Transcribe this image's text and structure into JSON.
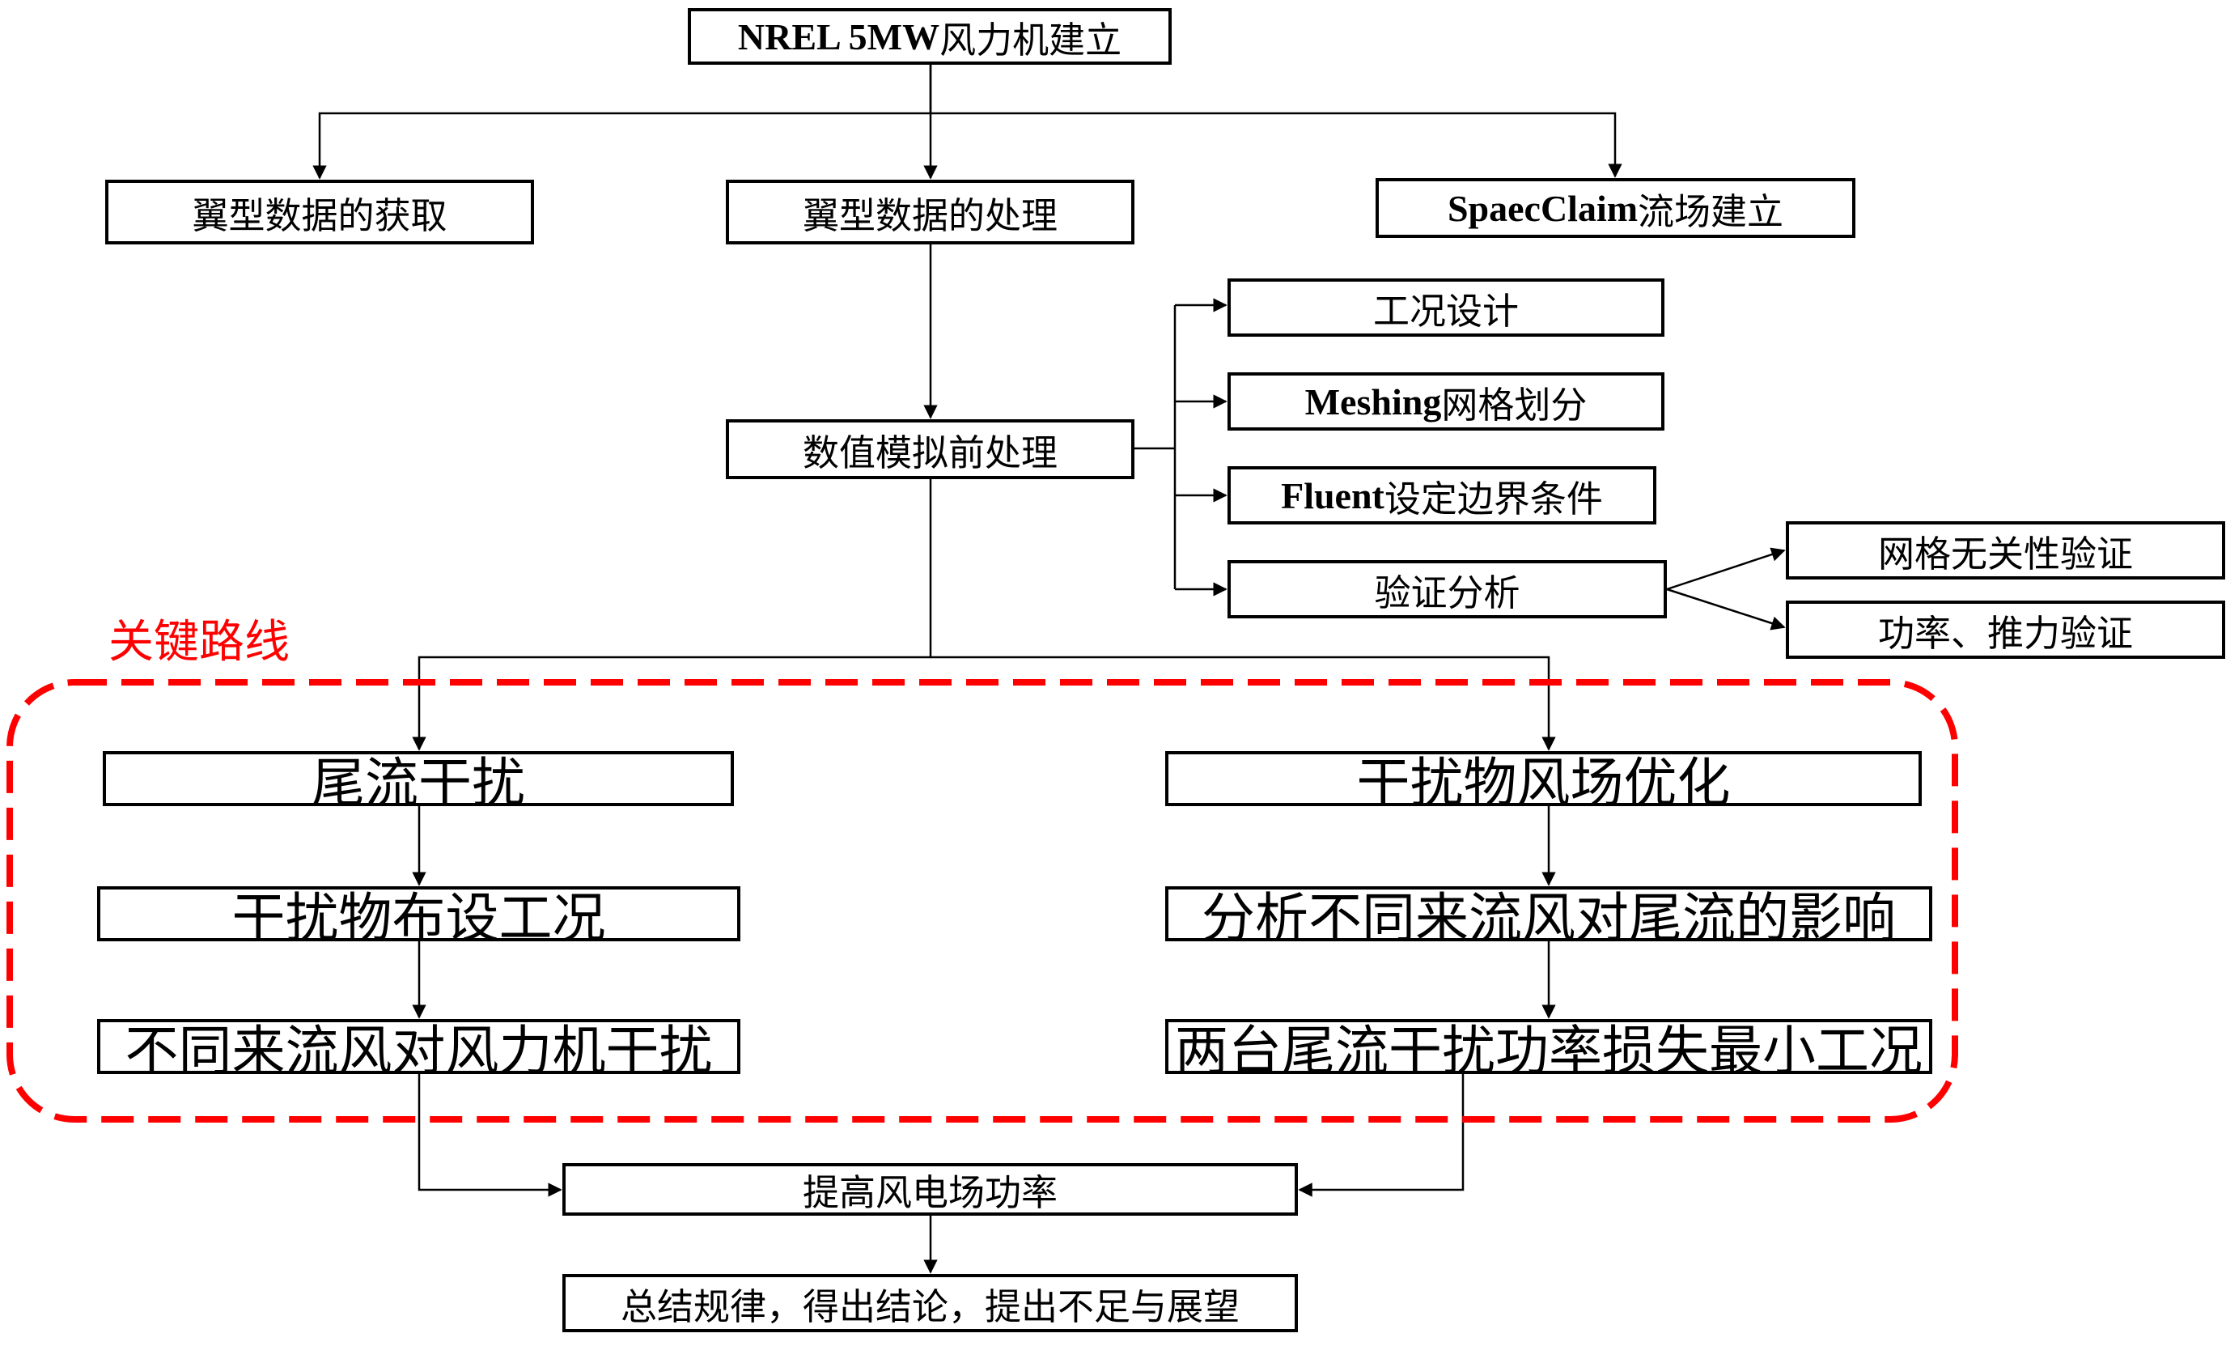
{
  "colors": {
    "line": "#000000",
    "key_route": "#ff0000"
  },
  "key_route_label": "关键路线",
  "nodes": {
    "root": {
      "en": "NREL 5MW",
      "zh": "风力机建立"
    },
    "airfoil_acquire": "翼型数据的获取",
    "airfoil_process": "翼型数据的处理",
    "flowfield": {
      "en": "SpaecClaim",
      "zh": "流场建立"
    },
    "preprocess": "数值模拟前处理",
    "condition_design": "工况设计",
    "meshing": {
      "en": "Meshing",
      "zh": "网格划分"
    },
    "fluent": {
      "en": "Fluent",
      "zh": "设定边界条件"
    },
    "validation": "验证分析",
    "grid_independence": "网格无关性验证",
    "power_thrust": "功率、推力验证",
    "wake_interference": "尾流干扰",
    "obstacle_layout": "干扰物布设工况",
    "inflow_turbine": "不同来流风对风力机干扰",
    "obstacle_optimization": "干扰物风场优化",
    "inflow_wake": "分析不同来流风对尾流的影响",
    "min_loss": "两台尾流干扰功率损失最小工况",
    "improve_power": "提高风电场功率",
    "summary": "总结规律，得出结论，提出不足与展望"
  }
}
